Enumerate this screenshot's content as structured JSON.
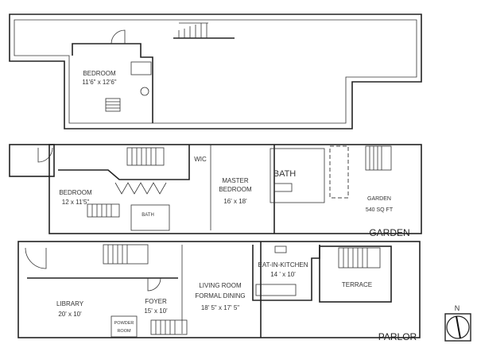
{
  "top_floor": {
    "rooms": [
      {
        "name": "BEDROOM",
        "size": "11'6\" x 12'6\""
      }
    ]
  },
  "garden_floor": {
    "label": "GARDEN",
    "rooms": [
      {
        "name": "BEDROOM",
        "size": "12 x 11'5\""
      },
      {
        "name": "WIC"
      },
      {
        "name": "MASTER",
        "name2": "BEDROOM",
        "size": "16' x 18'"
      },
      {
        "name": "BATH"
      },
      {
        "name": "BATH"
      },
      {
        "name": "GARDEN",
        "size": "540 SQ  FT"
      }
    ]
  },
  "parlor_floor": {
    "label": "PARLOR",
    "rooms": [
      {
        "name": "LIBRARY",
        "size": "20' x 10'"
      },
      {
        "name": "FOYER",
        "size": "15' x 10'"
      },
      {
        "name": "POWDER",
        "name2": "ROOM"
      },
      {
        "name": "LIVING ROOM",
        "name2": "FORMAL DINING",
        "size": "18' 5\" x 17' 5\""
      },
      {
        "name": "EAT-IN-KITCHEN",
        "size": "14 ' x 10'"
      },
      {
        "name": "TERRACE"
      }
    ]
  },
  "compass": {
    "label": "N"
  }
}
